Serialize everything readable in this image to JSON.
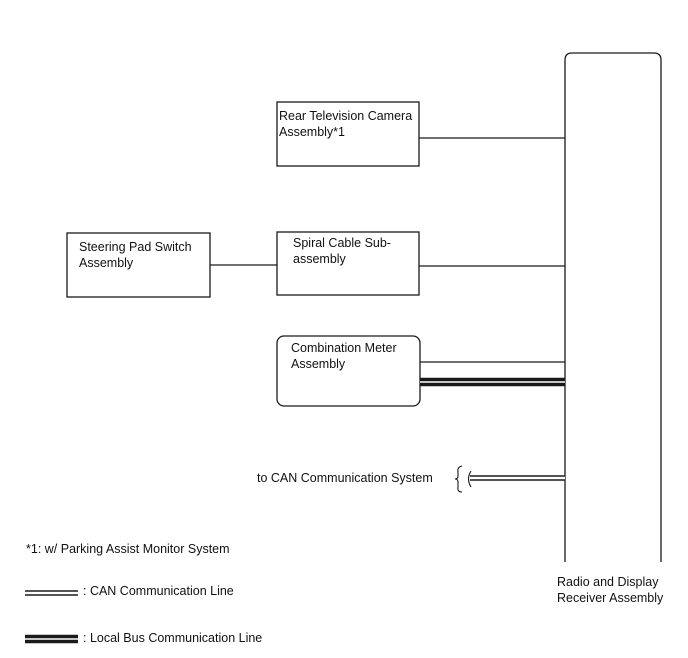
{
  "components": {
    "rear_camera": {
      "line1": "Rear Television Camera",
      "line2": "Assembly*1"
    },
    "steering_pad": {
      "line1": "Steering Pad Switch",
      "line2": "Assembly"
    },
    "spiral_cable": {
      "line1": "Spiral Cable Sub-",
      "line2": "assembly"
    },
    "combination_meter": {
      "line1": "Combination Meter",
      "line2": "Assembly"
    },
    "radio_receiver": {
      "line1": "Radio and Display",
      "line2": "Receiver Assembly"
    }
  },
  "can_system_label": "to CAN Communication System",
  "footnote": "*1: w/ Parking Assist Monitor System",
  "legend": {
    "can": ": CAN Communication Line",
    "local_bus": ": Local Bus Communication Line"
  },
  "colors": {
    "line": "#1a1a1a",
    "background": "#ffffff"
  }
}
